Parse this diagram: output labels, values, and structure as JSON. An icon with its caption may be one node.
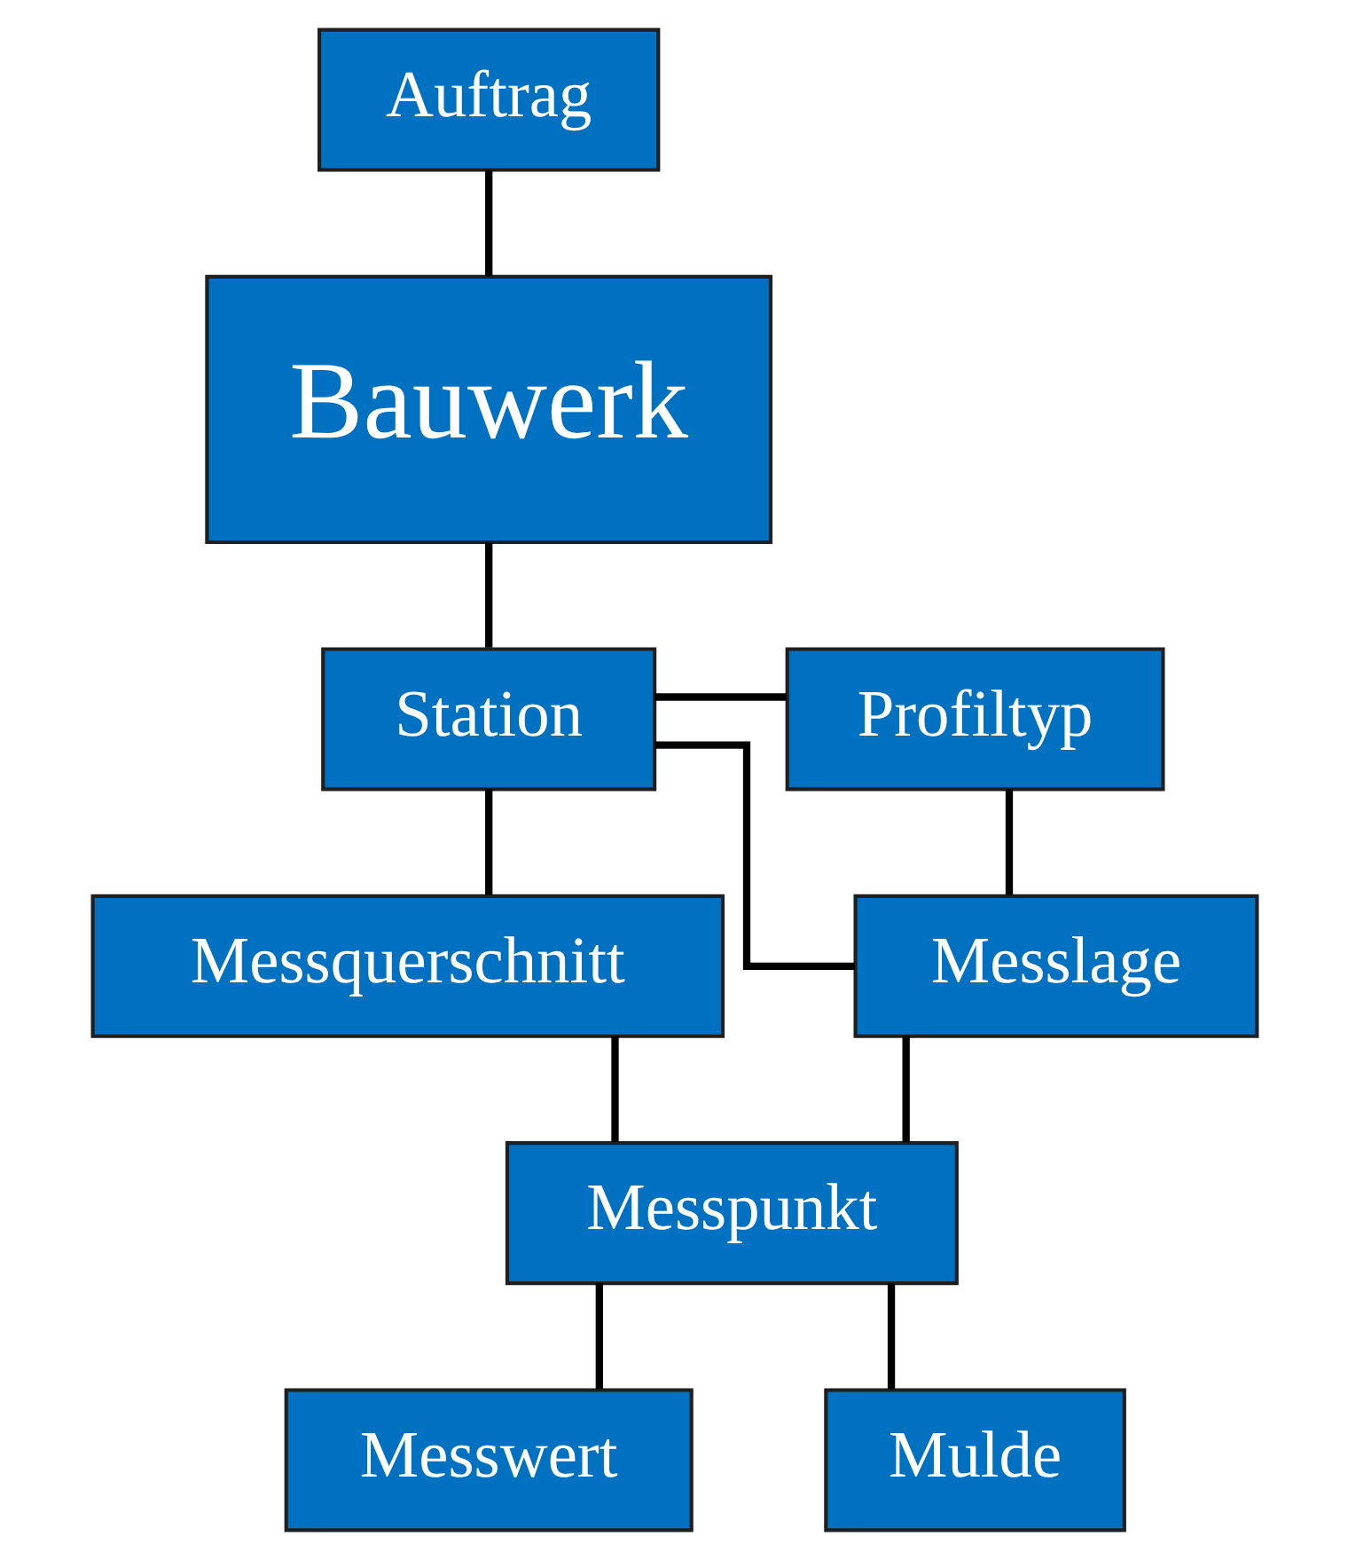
{
  "diagram": {
    "nodes": [
      {
        "text": [
          "Auftrag"
        ]
      },
      {
        "text": [
          "Bauwerk"
        ]
      },
      {
        "text": [
          "Station"
        ]
      },
      {
        "text": [
          "Profiltyp"
        ]
      },
      {
        "text": [
          "Messquerschnitt"
        ]
      },
      {
        "text": [
          "Messlage"
        ]
      },
      {
        "text": [
          "Messpunkt"
        ]
      },
      {
        "text": [
          "Messwert"
        ]
      },
      {
        "text": [
          "Mulde"
        ]
      }
    ],
    "edges": [
      {
        "from": 0,
        "to": 1,
        "arrow": "none"
      },
      {
        "from": 1,
        "to": 2,
        "arrow": "none"
      },
      {
        "from": 2,
        "to": 3,
        "arrow": "none"
      },
      {
        "from": 2,
        "to": 4,
        "arrow": "none"
      },
      {
        "from": 2,
        "to": 5,
        "arrow": "none"
      },
      {
        "from": 3,
        "to": 5,
        "arrow": "none"
      },
      {
        "from": 4,
        "to": 6,
        "arrow": "none"
      },
      {
        "from": 5,
        "to": 6,
        "arrow": "none"
      },
      {
        "from": 6,
        "to": 7,
        "arrow": "none"
      },
      {
        "from": 6,
        "to": 8,
        "arrow": "none"
      }
    ]
  }
}
